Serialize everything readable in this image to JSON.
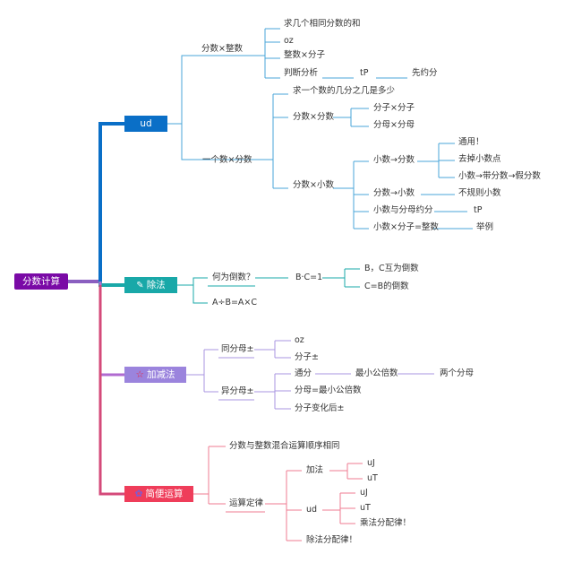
{
  "root": {
    "label": "分数计算",
    "color": "#7a0aa6"
  },
  "branches": {
    "mul": {
      "label": "ud",
      "color": "#0a6fc7",
      "children": {
        "frac_int": {
          "label": "分数×整数",
          "items": [
            "求几个相同分数的和",
            "oz",
            "整数×分子",
            "判断分析"
          ],
          "judge": {
            "mid": "tP",
            "end": "先约分"
          }
        },
        "one_num": {
          "label": "一个数×分数",
          "intro": "求一个数的几分之几是多少",
          "ff": {
            "label": "分数×分数",
            "items": [
              "分子×分子",
              "分母×分母"
            ]
          },
          "fd": {
            "label": "分数×小数",
            "xf": {
              "label": "小数→分数",
              "items": [
                "通用！",
                "去掉小数点",
                "小数→带分数→假分数"
              ]
            },
            "rows": [
              {
                "label": "分数→小数",
                "note": "不规则小数"
              },
              {
                "label": "小数与分母约分",
                "note": "tP"
              },
              {
                "label": "小数×分子=整数",
                "note": "举例"
              }
            ]
          }
        }
      }
    },
    "div": {
      "label": "除法",
      "color": "#19a8a8",
      "what": {
        "label": "何为倒数？",
        "mid": "B·C=1",
        "items": [
          "B，C互为倒数",
          "C=B的倒数"
        ]
      },
      "rule": "A÷B=A×C"
    },
    "add": {
      "label": "加减法",
      "color": "#9b84dd",
      "same": {
        "label": "同分母±",
        "items": [
          "oz",
          "分子±"
        ]
      },
      "diff": {
        "label": "异分母±",
        "tongfen": {
          "label": "通分",
          "mid": "最小公倍数",
          "end": "两个分母"
        },
        "items": [
          "分母=最小公倍数",
          "分子变化后±"
        ]
      }
    },
    "simple": {
      "label": "简便运算",
      "color": "#ef3d5a",
      "order": "分数与整数混合运算顺序相同",
      "laws": {
        "label": "运算定律",
        "jia": {
          "label": "加法",
          "items": [
            "uJ",
            "uT"
          ]
        },
        "ud": {
          "label": "ud",
          "items": [
            "uJ",
            "uT",
            "乘法分配律！"
          ]
        },
        "chu": "除法分配律！"
      }
    }
  }
}
